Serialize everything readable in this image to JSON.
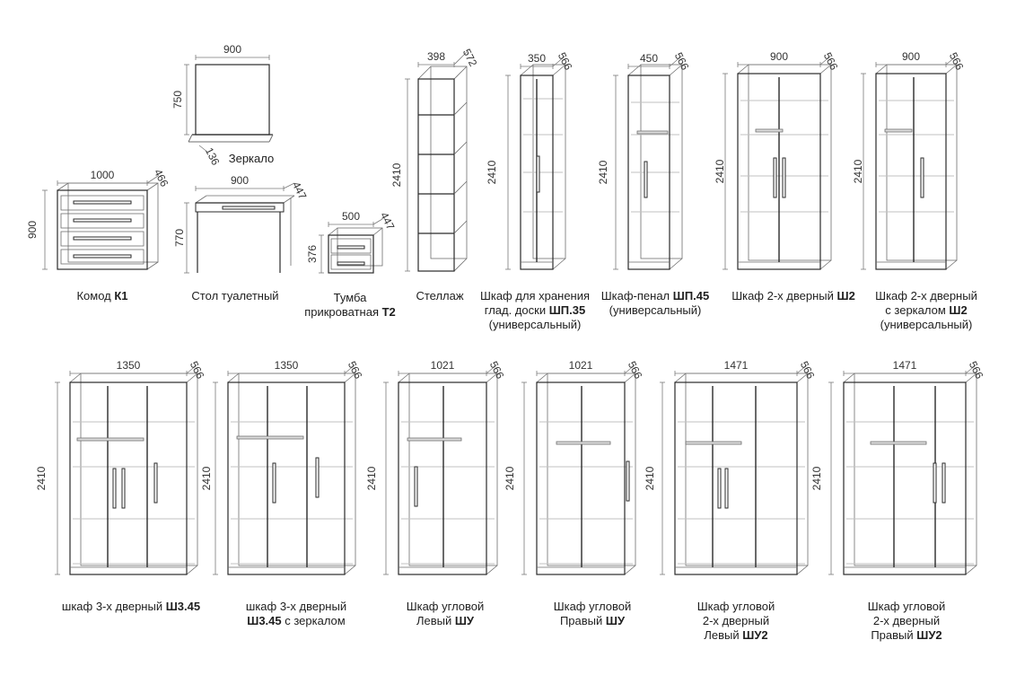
{
  "items": [
    {
      "id": "mirror",
      "dims": {
        "w": "900",
        "h": "750",
        "d": "136"
      },
      "caption": [
        {
          "t": "Зеркало",
          "b": ""
        }
      ]
    },
    {
      "id": "k1",
      "dims": {
        "w": "1000",
        "h": "900",
        "d": "466"
      },
      "caption": [
        {
          "t": "Комод ",
          "b": "К1"
        }
      ]
    },
    {
      "id": "table",
      "dims": {
        "w": "900",
        "h": "770",
        "d": "447"
      },
      "caption": [
        {
          "t": "Стол туалетный",
          "b": ""
        }
      ]
    },
    {
      "id": "t2",
      "dims": {
        "w": "500",
        "h": "376",
        "d": "447"
      },
      "caption": [
        {
          "t": "Тумба",
          "b": ""
        },
        {
          "t": "прикроватная ",
          "b": "Т2"
        }
      ]
    },
    {
      "id": "rack",
      "dims": {
        "w": "398",
        "h": "2410",
        "d": "572"
      },
      "caption": [
        {
          "t": "Стеллаж",
          "b": ""
        }
      ]
    },
    {
      "id": "shp35",
      "dims": {
        "w": "350",
        "h": "2410",
        "d": "566"
      },
      "caption": [
        {
          "t": "Шкаф для хранения",
          "b": ""
        },
        {
          "t": "глад. доски ",
          "b": "ШП.35"
        },
        {
          "t": "(универсальный)",
          "b": ""
        }
      ]
    },
    {
      "id": "shp45",
      "dims": {
        "w": "450",
        "h": "2410",
        "d": "566"
      },
      "caption": [
        {
          "t": "Шкаф-пенал ",
          "b": "ШП.45"
        },
        {
          "t": "(универсальный)",
          "b": ""
        }
      ]
    },
    {
      "id": "sh2",
      "dims": {
        "w": "900",
        "h": "2410",
        "d": "566"
      },
      "caption": [
        {
          "t": "Шкаф 2-х дверный ",
          "b": "Ш2"
        }
      ]
    },
    {
      "id": "sh2m",
      "dims": {
        "w": "900",
        "h": "2410",
        "d": "566"
      },
      "caption": [
        {
          "t": "Шкаф 2-х дверный",
          "b": ""
        },
        {
          "t": "с зеркалом ",
          "b": "Ш2"
        },
        {
          "t": "(универсальный)",
          "b": ""
        }
      ]
    },
    {
      "id": "sh345",
      "dims": {
        "w": "1350",
        "h": "2410",
        "d": "566"
      },
      "caption": [
        {
          "t": "шкаф 3-х дверный ",
          "b": "Ш3.45"
        }
      ]
    },
    {
      "id": "sh345m",
      "dims": {
        "w": "1350",
        "h": "2410",
        "d": "566"
      },
      "caption": [
        {
          "t": "шкаф 3-х дверный",
          "b": ""
        },
        {
          "t": "",
          "b": "Ш3.45",
          "a": " с зеркалом"
        }
      ]
    },
    {
      "id": "shu_l",
      "dims": {
        "w": "1021",
        "h": "2410",
        "d": "566"
      },
      "caption": [
        {
          "t": "Шкаф угловой",
          "b": ""
        },
        {
          "t": "Левый ",
          "b": "ШУ"
        }
      ]
    },
    {
      "id": "shu_r",
      "dims": {
        "w": "1021",
        "h": "2410",
        "d": "566"
      },
      "caption": [
        {
          "t": "Шкаф угловой",
          "b": ""
        },
        {
          "t": "Правый ",
          "b": "ШУ"
        }
      ]
    },
    {
      "id": "shu2_l",
      "dims": {
        "w": "1471",
        "h": "2410",
        "d": "566"
      },
      "caption": [
        {
          "t": "Шкаф угловой",
          "b": ""
        },
        {
          "t": "2-х дверный",
          "b": ""
        },
        {
          "t": "Левый ",
          "b": "ШУ2"
        }
      ]
    },
    {
      "id": "shu2_r",
      "dims": {
        "w": "1471",
        "h": "2410",
        "d": "566"
      },
      "caption": [
        {
          "t": "Шкаф угловой",
          "b": ""
        },
        {
          "t": "2-х дверный",
          "b": ""
        },
        {
          "t": "Правый ",
          "b": "ШУ2"
        }
      ]
    }
  ]
}
